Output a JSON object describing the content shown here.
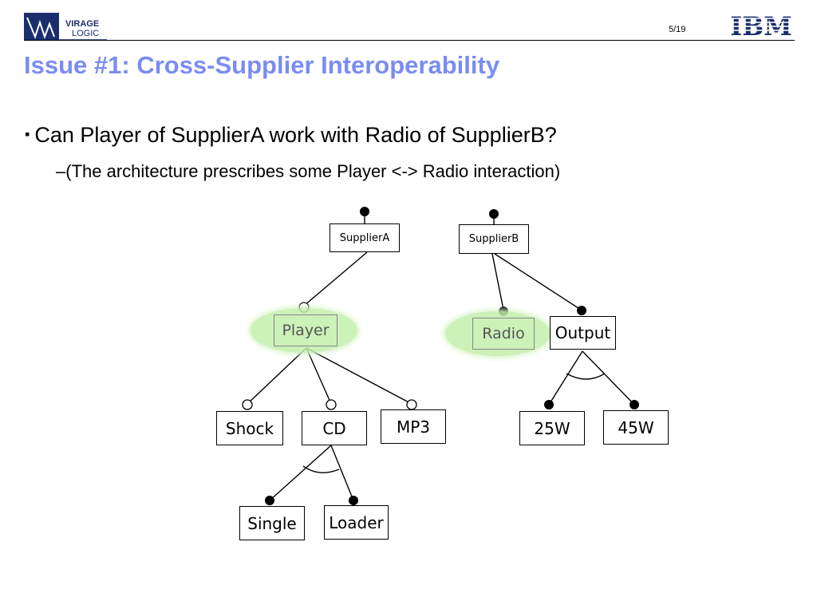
{
  "header": {
    "logo_left_text_1": "VIRAGE",
    "logo_left_text_2": "LOGIC",
    "page_number": "5/19",
    "logo_right_text": "IBM"
  },
  "title": "Issue #1: Cross-Supplier Interoperability",
  "bullets": [
    {
      "marker": "▪",
      "text": "Can Player of SupplierA work with Radio of SupplierB?"
    },
    {
      "marker": "–",
      "text": "(The architecture prescribes some Player <-> Radio interaction)"
    }
  ],
  "diagram": {
    "nodes": {
      "supplier_a": "SupplierA",
      "supplier_b": "SupplierB",
      "player": "Player",
      "radio": "Radio",
      "output": "Output",
      "shock": "Shock",
      "cd": "CD",
      "mp3": "MP3",
      "single": "Single",
      "loader": "Loader",
      "w25": "25W",
      "w45": "45W"
    },
    "colors": {
      "title": "#7a8cf2",
      "highlight": "#c4efad"
    }
  }
}
